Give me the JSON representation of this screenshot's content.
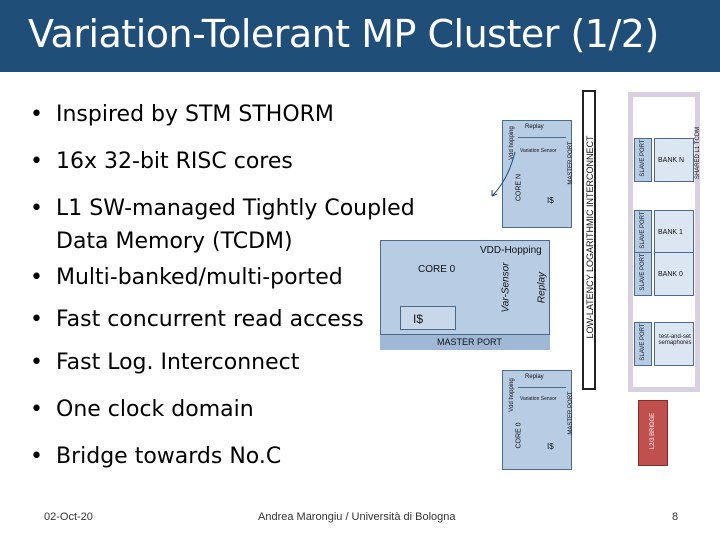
{
  "slide": {
    "title": "Variation-Tolerant MP Cluster (1/2)",
    "bullets": [
      "Inspired by STM STHORM",
      "16x 32-bit RISC cores",
      "L1 SW-managed Tightly Coupled",
      "Data Memory (TCDM)",
      "Multi-banked/multi-ported",
      "Fast concurrent read access",
      "Fast Log. Interconnect",
      "One clock domain",
      "Bridge towards No.C"
    ],
    "bullet_symbol": "•"
  },
  "diagram": {
    "core_top": {
      "replay": "Replay",
      "vdd_hopping": "Vdd hopping",
      "core": "CORE N",
      "icache": "I$",
      "master_port": "MASTER PORT",
      "sensor": "Variation Sensor"
    },
    "core_mid": {
      "vdd_hopping": "VDD-Hopping",
      "core": "CORE 0",
      "vsensor": "Var-Sensor",
      "replay": "Replay",
      "icache": "I$",
      "master_port": "MASTER PORT"
    },
    "core_bottom": {
      "replay": "Replay",
      "vdd_hopping": "Vdd hopping",
      "core": "CORE 0",
      "icache": "I$",
      "master_port": "MASTER PORT",
      "sensor": "Variation Sensor"
    },
    "interconnect": "LOW-LATENCY LOGARITHMIC INTERCONNECT",
    "slave_port": "SLAVE PORT",
    "banks": [
      "BANK N",
      "BANK 1",
      "BANK 0",
      "test-and-set semaphores"
    ],
    "shared_mem": "SHARED L1 TCDM",
    "bridge": "L2/3 BRIDGE"
  },
  "footer": {
    "date": "02-Oct-20",
    "author": "Andrea Marongiu / Università di Bologna",
    "page": "8"
  },
  "colors": {
    "title_bg": "#1f4e79",
    "box_fill": "#b8cce4",
    "bank_fill": "#dce6f2",
    "shared_border": "#d8cfe0"
  }
}
